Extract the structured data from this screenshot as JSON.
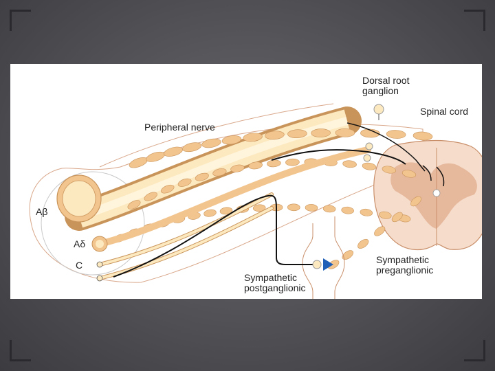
{
  "diagram": {
    "labels": {
      "dorsal_root_ganglion_line1": "Dorsal root",
      "dorsal_root_ganglion_line2": "ganglion",
      "spinal_cord": "Spinal cord",
      "peripheral_nerve": "Peripheral nerve",
      "a_beta": "Aβ",
      "a_delta": "Aδ",
      "c_fiber": "C",
      "sympathetic_preganglionic_line1": "Sympathetic",
      "sympathetic_preganglionic_line2": "preganglionic",
      "sympathetic_postganglionic_line1": "Sympathetic",
      "sympathetic_postganglionic_line2": "postganglionic"
    },
    "colors": {
      "background_dark": "#4d4d51",
      "myelin": "#f2c48e",
      "myelin_stroke": "#c9945a",
      "axon_fill": "#fde9c0",
      "gray_matter": "#e6b89c",
      "cord_fill": "#f6dccb",
      "effector_triangle": "#1f5fb8",
      "nerve_outline": "#d9a78a"
    }
  }
}
